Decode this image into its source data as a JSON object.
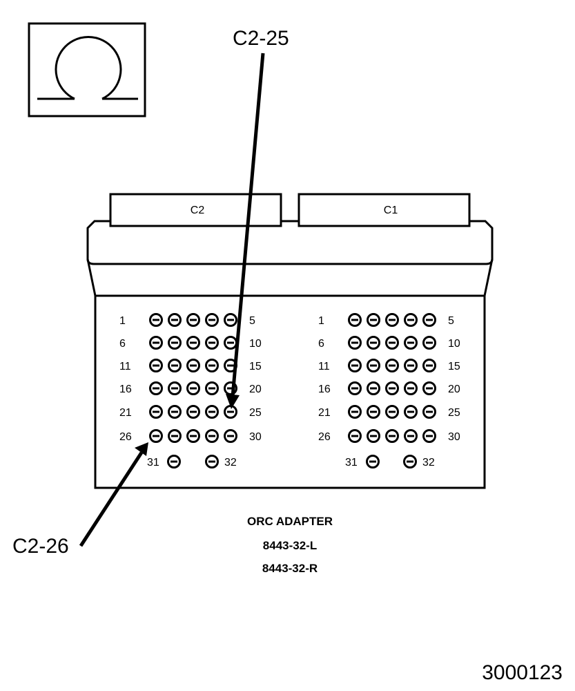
{
  "symbol": {
    "name": "ohm-symbol-icon"
  },
  "callouts": {
    "top": "C2-25",
    "bottom": "C2-26"
  },
  "connectors": [
    {
      "label": "C2",
      "row_labels": [
        {
          "left": "1",
          "right": "5"
        },
        {
          "left": "6",
          "right": "10"
        },
        {
          "left": "11",
          "right": "15"
        },
        {
          "left": "16",
          "right": "20"
        },
        {
          "left": "21",
          "right": "25"
        },
        {
          "left": "26",
          "right": "30"
        }
      ],
      "extra": {
        "left": "31",
        "right": "32"
      }
    },
    {
      "label": "C1",
      "row_labels": [
        {
          "left": "1",
          "right": "5"
        },
        {
          "left": "6",
          "right": "10"
        },
        {
          "left": "11",
          "right": "15"
        },
        {
          "left": "16",
          "right": "20"
        },
        {
          "left": "21",
          "right": "25"
        },
        {
          "left": "26",
          "right": "30"
        }
      ],
      "extra": {
        "left": "31",
        "right": "32"
      }
    }
  ],
  "caption": {
    "title": "ORC ADAPTER",
    "line1": "8443-32-L",
    "line2": "8443-32-R"
  },
  "figure_number": "3000123"
}
